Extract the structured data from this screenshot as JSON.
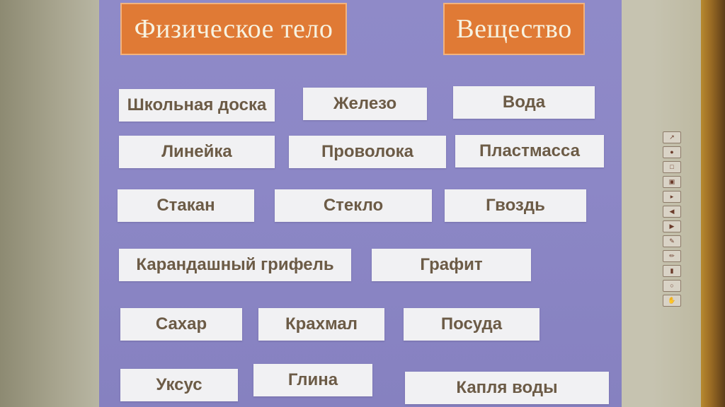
{
  "header": {
    "left": "Физическое тело",
    "right": "Вещество"
  },
  "words": [
    "Школьная доска",
    "Железо",
    "Вода",
    "Линейка",
    "Проволока",
    "Пластмасса",
    "Стакан",
    "Стекло",
    "Гвоздь",
    "Карандашный грифель",
    "Графит",
    "Сахар",
    "Крахмал",
    "Посуда",
    "Уксус",
    "Глина",
    "Капля воды"
  ],
  "toolbar_icons": [
    "select-icon",
    "pen-icon",
    "page-icon",
    "copy-icon",
    "next-icon",
    "back-arrow-icon",
    "forward-arrow-icon",
    "pencil-icon",
    "highlighter-icon",
    "eraser-icon",
    "zoom-icon",
    "hand-icon"
  ],
  "colors": {
    "slide_bg": "#8c87c6",
    "header_bg": "#e07a35",
    "header_text": "#f7f2e0",
    "word_bg": "#f1f1f3",
    "word_text": "#6c5b46"
  }
}
